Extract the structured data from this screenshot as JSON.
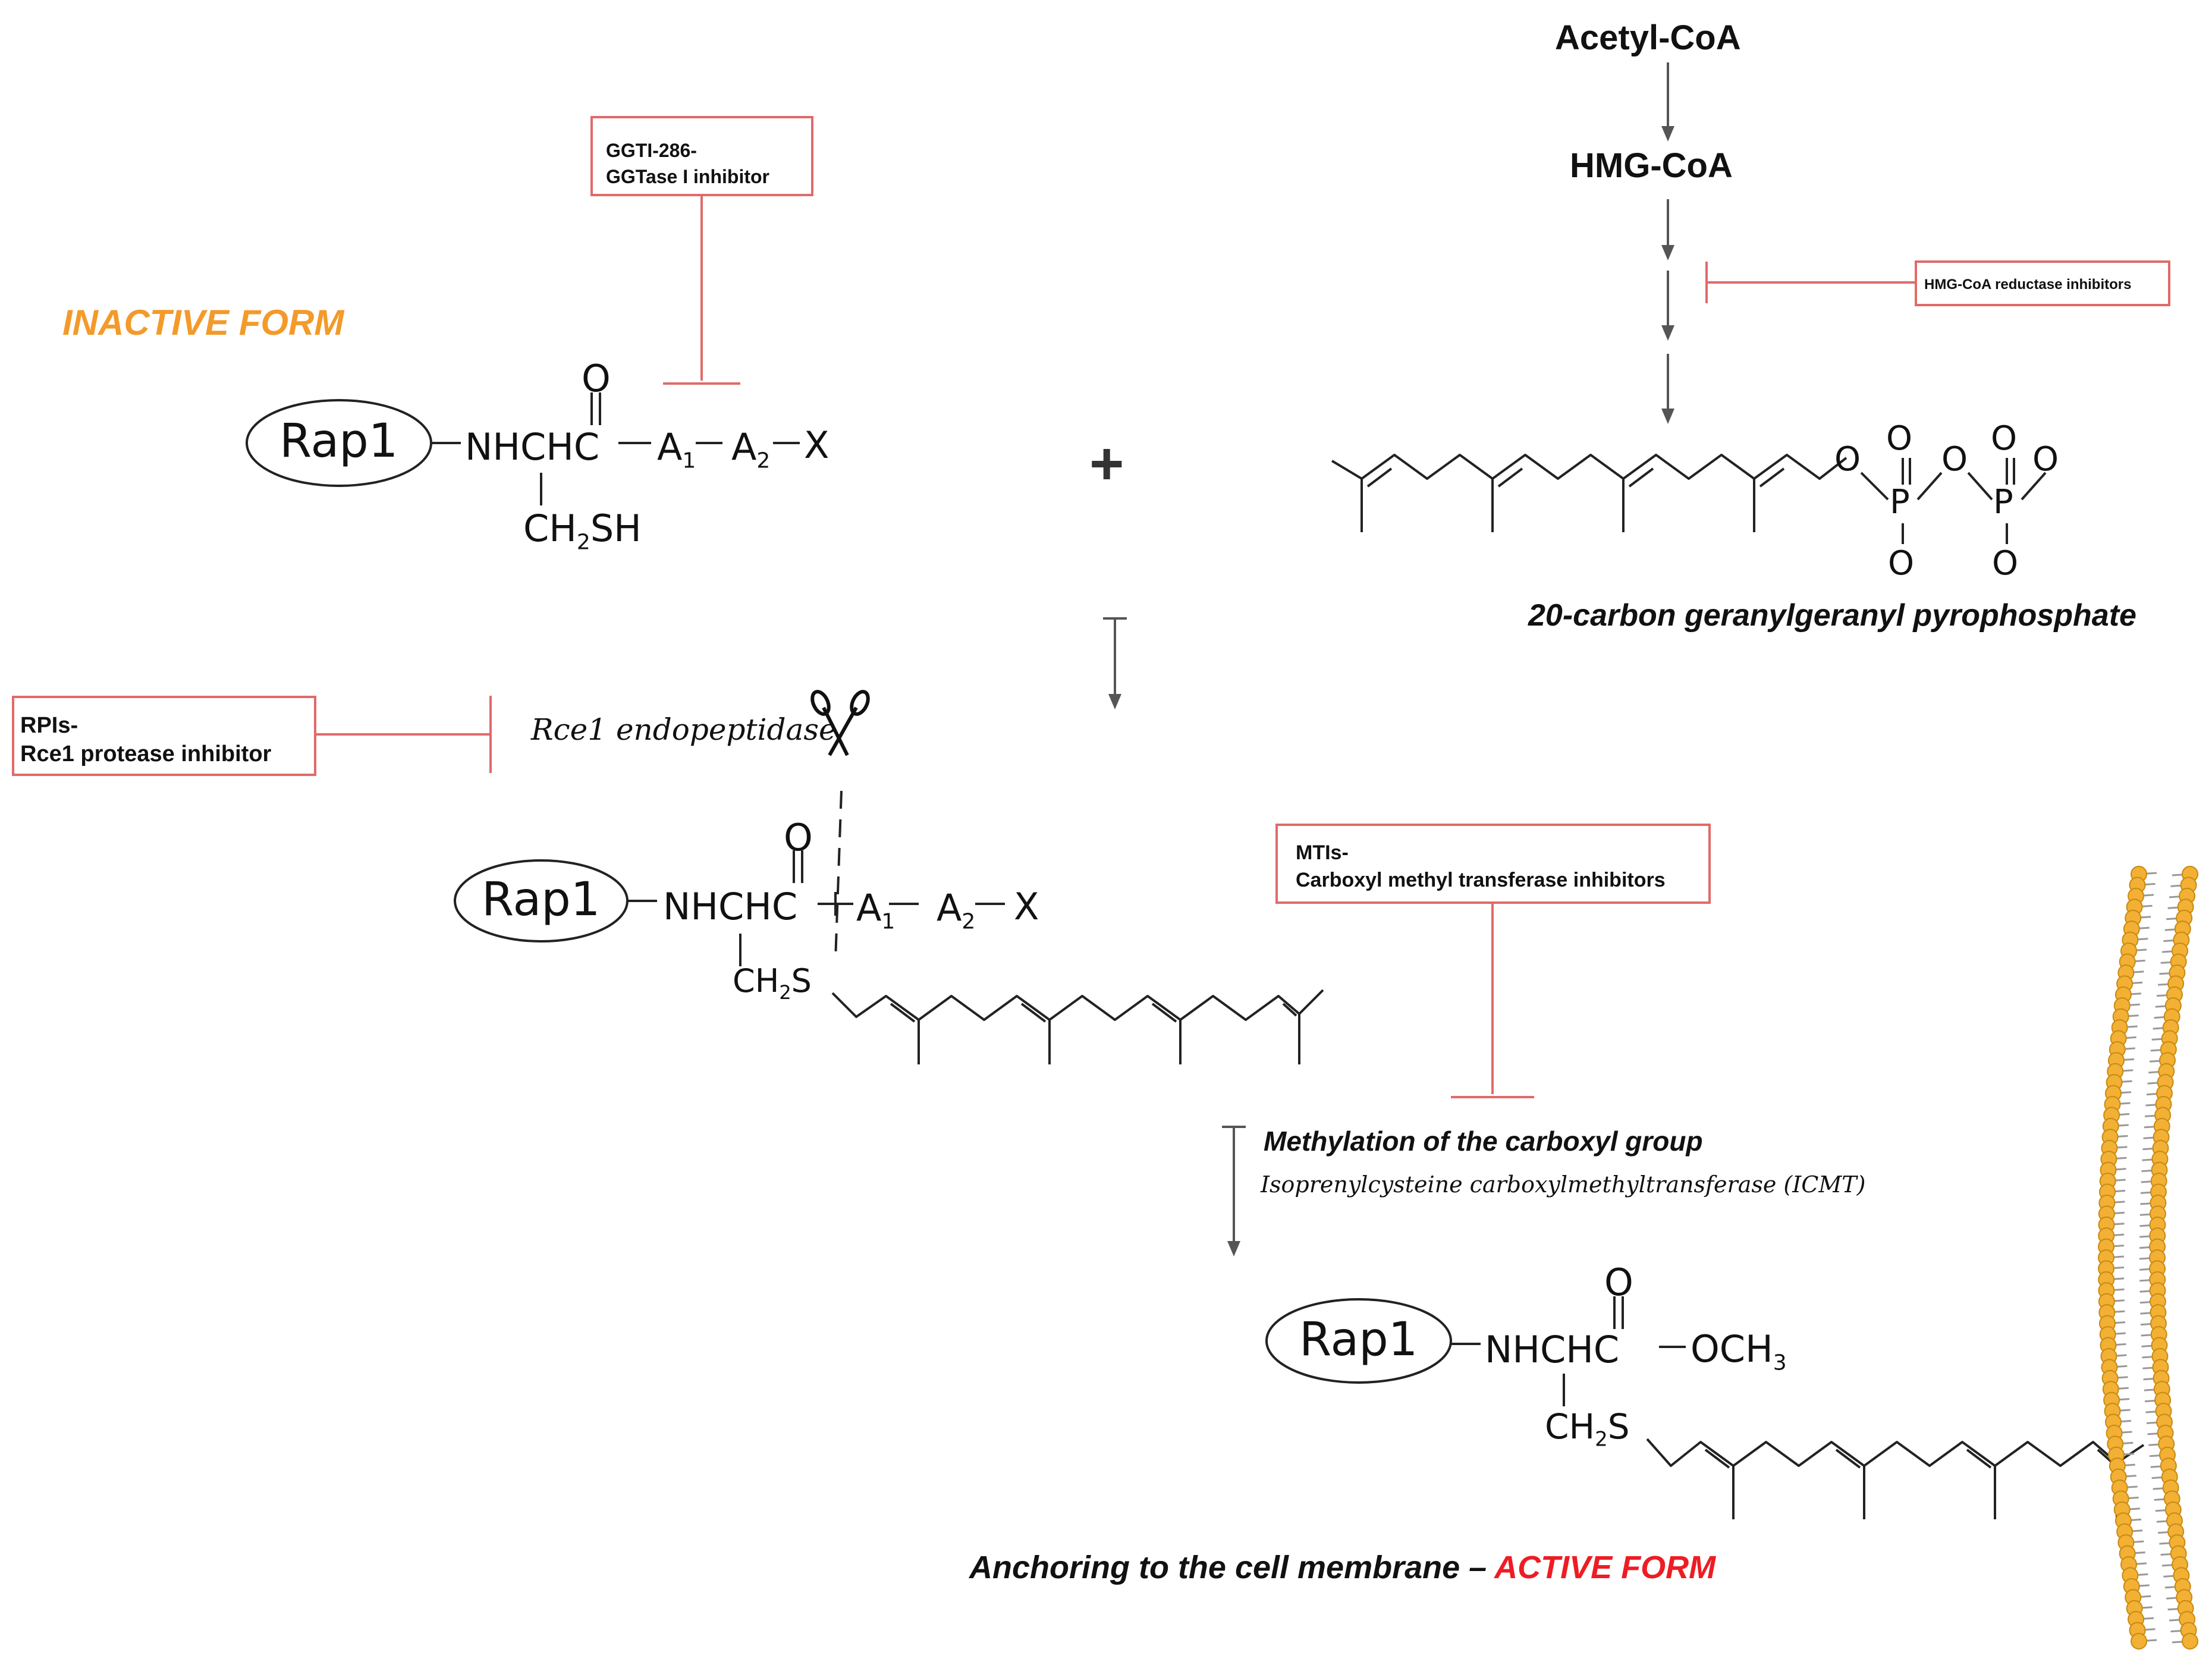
{
  "labels": {
    "inactive_form": "INACTIVE FORM",
    "plus": "+",
    "acetyl_coa": "Acetyl-CoA",
    "hmg_coa": "HMG-CoA",
    "ggpp": "20-carbon geranylgeranyl pyrophosphate",
    "rce1": "Rce1 endopeptidase",
    "methylation": "Methylation of the carboxyl group",
    "icmt": "Isoprenylcysteine carboxylmethyltransferase  (ICMT)",
    "anchoring": "Anchoring to the cell membrane – ",
    "active_form": "ACTIVE FORM"
  },
  "inhibitors": {
    "ggti": {
      "line1": "GGTI-286-",
      "line2": "GGTase I inhibitor"
    },
    "hmg": {
      "line1": "HMG-CoA reductase inhibitors"
    },
    "rpi": {
      "line1": "RPIs-",
      "line2": "Rce1 protease inhibitor"
    },
    "mti": {
      "line1": "MTIs-",
      "line2": "Carboxyl methyl transferase inhibitors"
    }
  },
  "molecules": {
    "rap1": "Rap1",
    "nhchc": "NHCHC",
    "o": "O",
    "a": "A",
    "sub1": "1",
    "sub2": "2",
    "x": "X",
    "ch": "CH",
    "sh": "SH",
    "s": "S",
    "och": "OCH",
    "sub3": "3",
    "p": "P"
  },
  "colors": {
    "inhibitor_line": "#e06a6a",
    "inactive": "#f39a2a",
    "active": "#ee1c24",
    "arrow": "#555555",
    "membrane_head": "#f2b035",
    "membrane_head_dark": "#c98a10"
  }
}
